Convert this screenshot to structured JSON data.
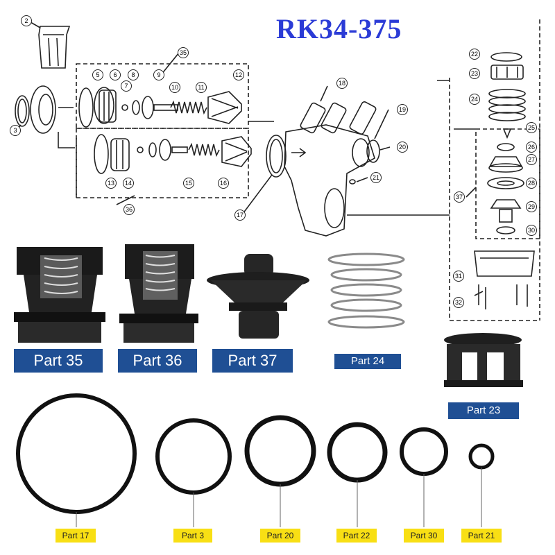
{
  "title": "RK34-375",
  "callouts": [
    "2",
    "3",
    "35",
    "5",
    "6",
    "7",
    "8",
    "9",
    "10",
    "11",
    "12",
    "13",
    "14",
    "15",
    "16",
    "36",
    "17",
    "18",
    "19",
    "20",
    "21",
    "22",
    "23",
    "24",
    "25",
    "26",
    "27",
    "28",
    "29",
    "30",
    "37",
    "31",
    "32"
  ],
  "part_labels": {
    "p35": "Part 35",
    "p36": "Part 36",
    "p37": "Part 37",
    "p24": "Part 24",
    "p23": "Part 23",
    "p17": "Part 17",
    "p3": "Part 3",
    "p20": "Part 20",
    "p22": "Part 22",
    "p30": "Part 30",
    "p21": "Part 21"
  },
  "colors": {
    "title": "#2b3bd6",
    "label_blue": "#1f4f94",
    "label_yellow": "#f8df14"
  }
}
